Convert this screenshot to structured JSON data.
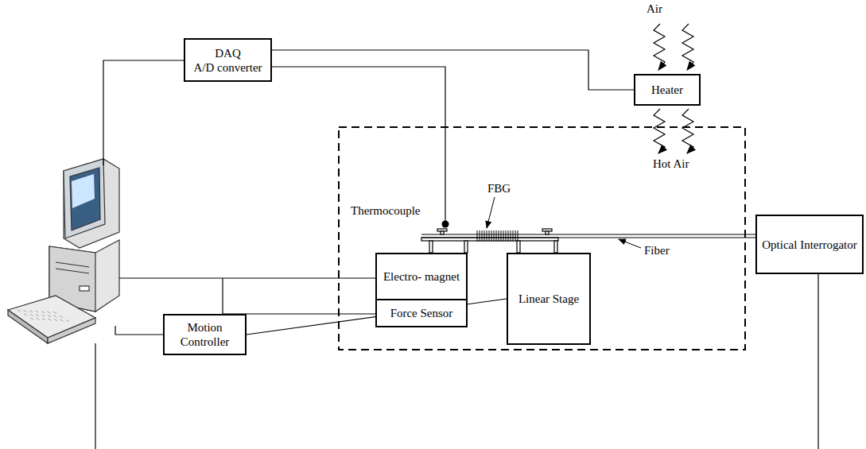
{
  "diagram": {
    "nodes": [
      {
        "text": [
          "DAQ",
          "A/D converter"
        ]
      },
      {
        "text": [
          "Heater"
        ]
      },
      {
        "text": [
          "Electro- magnet"
        ]
      },
      {
        "text": [
          "Force Sensor"
        ]
      },
      {
        "text": [
          "Linear Stage"
        ]
      },
      {
        "text": [
          "Optical Interrogator"
        ]
      },
      {
        "text": [
          "Motion Controller"
        ]
      }
    ],
    "edges": [
      {
        "from": 0,
        "to": 1,
        "arrow": "none"
      },
      {
        "from": 6,
        "to": 4,
        "arrow": "none"
      }
    ],
    "labels": [
      "Air",
      "Hot Air",
      "Thermocouple",
      "FBG",
      "Fiber"
    ]
  }
}
